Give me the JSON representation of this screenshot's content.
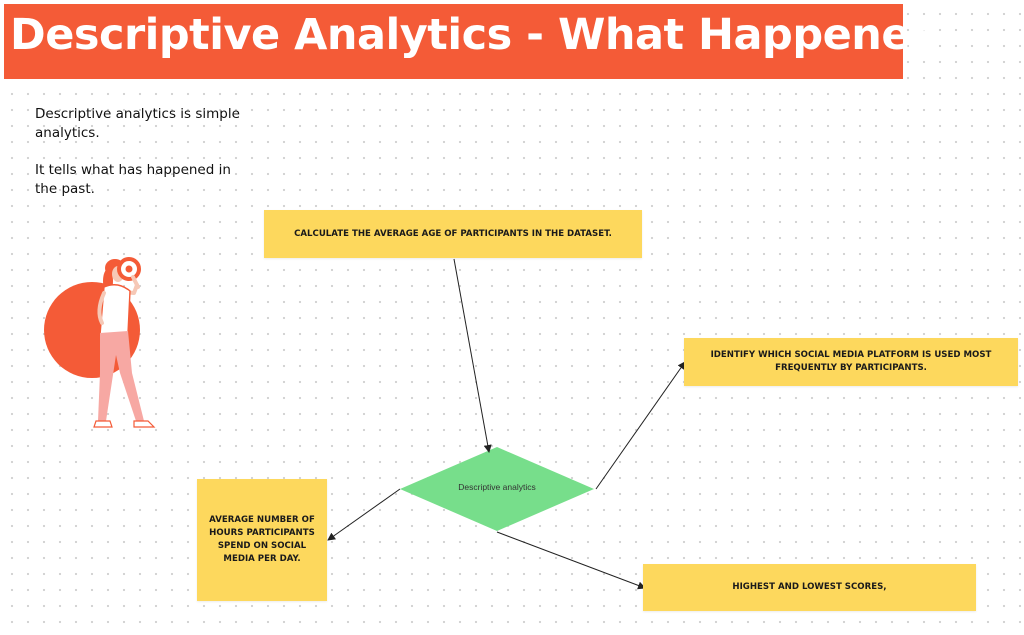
{
  "title": "Descriptive Analytics - What Happened",
  "intro": {
    "line1": "Descriptive analytics is simple analytics.",
    "line2": "It tells what has happened in the past."
  },
  "diagram": {
    "center": "Descriptive analytics",
    "nodes": {
      "age": "CALCULATE THE AVERAGE AGE OF PARTICIPANTS IN THE DATASET.",
      "platform": "IDENTIFY WHICH SOCIAL MEDIA PLATFORM IS USED MOST FREQUENTLY BY PARTICIPANTS.",
      "hours": "AVERAGE NUMBER OF HOURS PARTICIPANTS SPEND ON SOCIAL MEDIA PER DAY.",
      "scores": "HIGHEST AND LOWEST SCORES,"
    }
  },
  "colors": {
    "banner": "#f45b37",
    "sticky_note": "#fdd85d",
    "diamond": "#77de8b",
    "illustration_accent": "#f45b37"
  }
}
